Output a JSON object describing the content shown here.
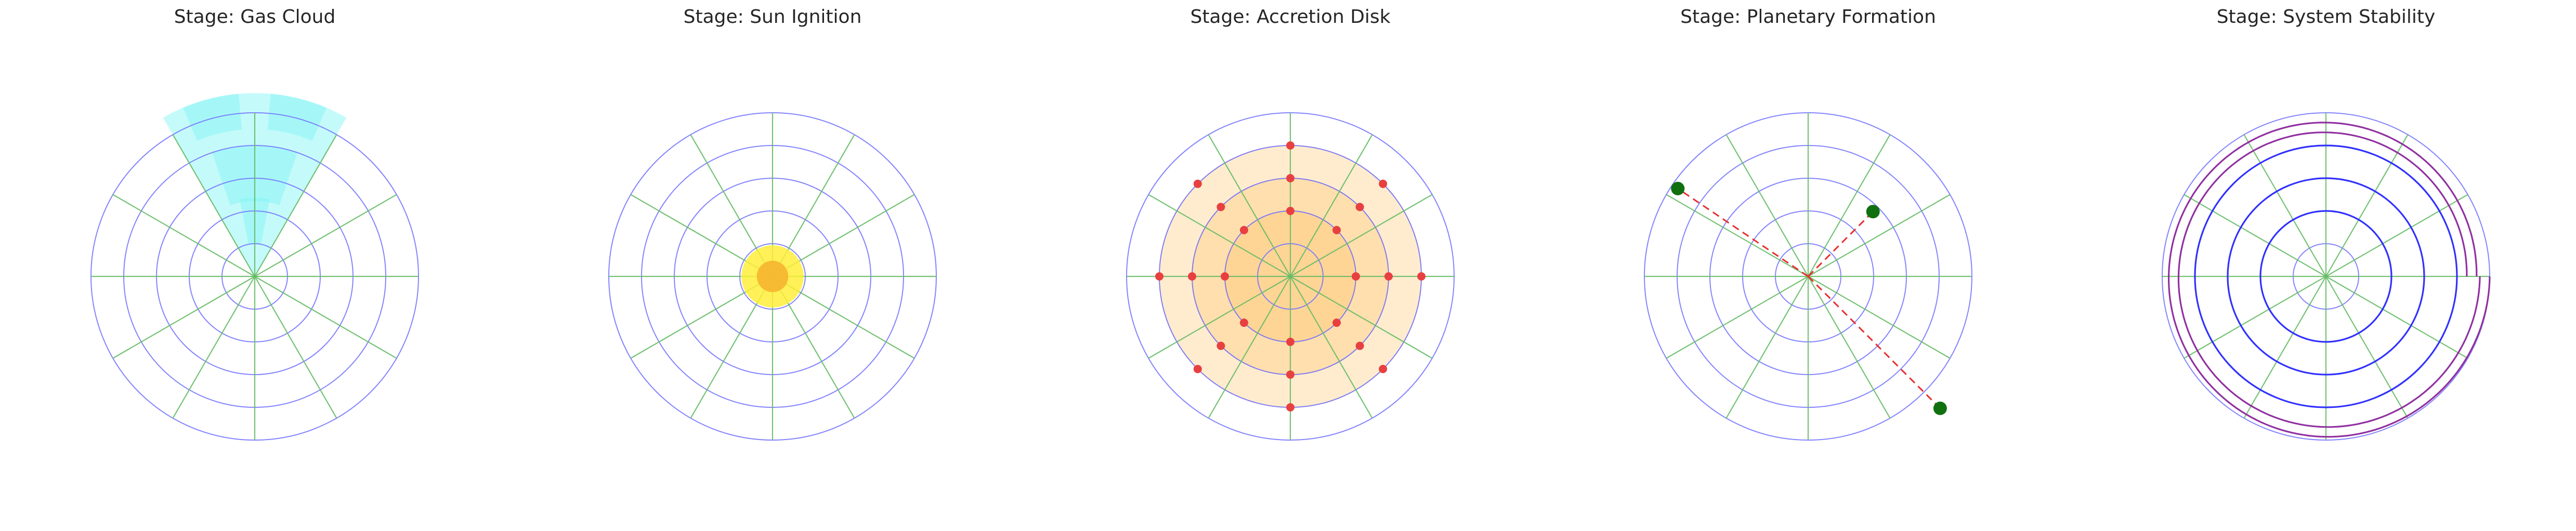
{
  "chart_data": [
    {
      "type": "polar",
      "title": "Stage: Gas Cloud",
      "rmax": 5,
      "rings": [
        1,
        2,
        3,
        4,
        5
      ],
      "spokes_deg": [
        0,
        30,
        60,
        90,
        120,
        150,
        180,
        210,
        240,
        270,
        300,
        330
      ],
      "ring_color": "#7777ff",
      "spoke_color": "#66bb66",
      "features": {
        "cloud_wedges": {
          "color": "#7ff3f5",
          "items": [
            {
              "theta_deg": [
                60,
                120
              ],
              "r": [
                0,
                5.6
              ]
            },
            {
              "theta_deg": [
                67,
                85
              ],
              "r": [
                4.5,
                5.6
              ]
            },
            {
              "theta_deg": [
                95,
                113
              ],
              "r": [
                4.5,
                5.6
              ]
            },
            {
              "theta_deg": [
                71,
                109
              ],
              "r": [
                2.3,
                4.0
              ]
            },
            {
              "theta_deg": [
                79,
                101
              ],
              "r": [
                1.0,
                2.4
              ]
            }
          ]
        }
      }
    },
    {
      "type": "polar",
      "title": "Stage: Sun Ignition",
      "rmax": 5,
      "rings": [
        1,
        2,
        3,
        4,
        5
      ],
      "spokes_deg": [
        0,
        30,
        60,
        90,
        120,
        150,
        180,
        210,
        240,
        270,
        300,
        330
      ],
      "ring_color": "#7777ff",
      "spoke_color": "#66bb66",
      "features": {
        "sun": {
          "radius": 0.95,
          "color": "#ffef3a",
          "core_radius": 0.48,
          "core_color": "#f7b731"
        }
      }
    },
    {
      "type": "polar",
      "title": "Stage: Accretion Disk",
      "rmax": 5,
      "rings": [
        1,
        2,
        3,
        4,
        5
      ],
      "spokes_deg": [
        0,
        30,
        60,
        90,
        120,
        150,
        180,
        210,
        240,
        270,
        300,
        330
      ],
      "ring_color": "#7777ff",
      "spoke_color": "#66bb66",
      "features": {
        "disk_rings": [
          2,
          3,
          4
        ],
        "disk_color": "#ffc060",
        "disk_points": {
          "color": "#e84040",
          "radii": [
            2,
            3,
            4
          ],
          "angles_deg": [
            0,
            45,
            90,
            135,
            180,
            225,
            270,
            315
          ]
        }
      }
    },
    {
      "type": "polar",
      "title": "Stage: Planetary Formation",
      "rmax": 5,
      "rings": [
        1,
        2,
        3,
        4,
        5
      ],
      "spokes_deg": [
        0,
        30,
        60,
        90,
        120,
        150,
        180,
        210,
        240,
        270,
        300,
        330
      ],
      "ring_color": "#7777ff",
      "spoke_color": "#66bb66",
      "features": {
        "planets": {
          "color": "#107010",
          "path_color": "#e83030",
          "items": [
            {
              "theta_deg": 45,
              "r": 2.8
            },
            {
              "theta_deg": 146,
              "r": 4.8
            },
            {
              "theta_deg": 315,
              "r": 5.7
            }
          ]
        }
      }
    },
    {
      "type": "polar",
      "title": "Stage: System Stability",
      "rmax": 5,
      "rings": [
        1,
        2,
        3,
        4,
        5
      ],
      "spokes_deg": [
        0,
        30,
        60,
        90,
        120,
        150,
        180,
        210,
        240,
        270,
        300,
        330
      ],
      "ring_color": "#7777ff",
      "spoke_color": "#66bb66",
      "features": {
        "orbits": {
          "color": "#3030ff",
          "radii": [
            2,
            3,
            4
          ],
          "spiral_color": "#9030a0",
          "spirals": [
            {
              "theta_deg": [
                0,
                360
              ],
              "r": [
                4.6,
                5.0
              ]
            },
            {
              "theta_deg": [
                0,
                360
              ],
              "r": [
                4.3,
                4.7
              ]
            }
          ]
        }
      }
    }
  ]
}
